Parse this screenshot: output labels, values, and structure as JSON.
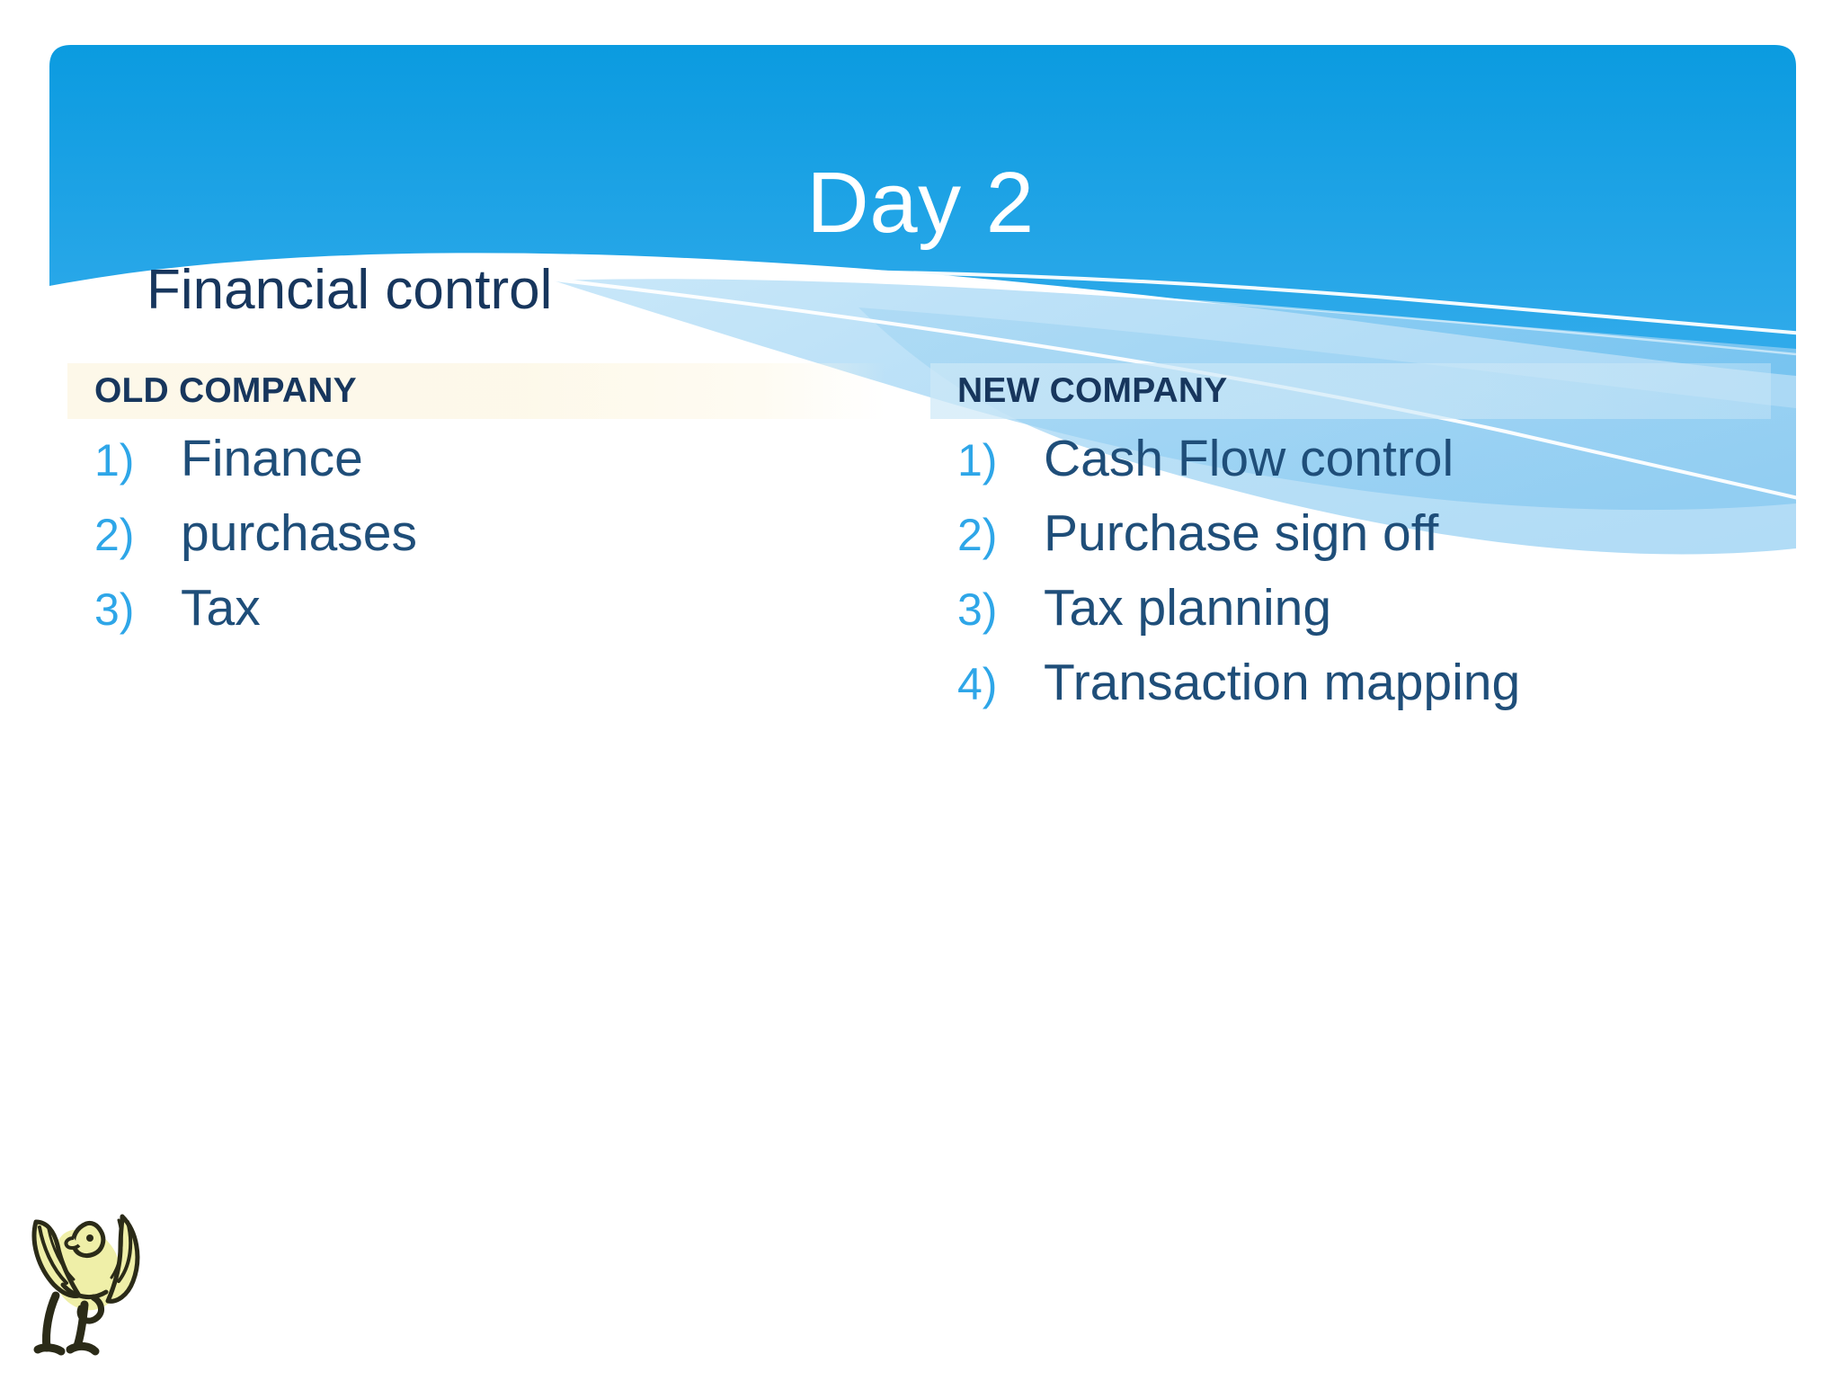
{
  "slide": {
    "title": "Day 2",
    "subtitle": "Financial control",
    "background_color": "#FFFFFF",
    "banner": {
      "gradient_top": "#0B9BE0",
      "gradient_bottom": "#47B5F0",
      "accent_wave": "#9FD6F5",
      "accent_line": "#FFFFFF"
    }
  },
  "columns": [
    {
      "id": "old-company",
      "header": "OLD COMPANY",
      "header_band_color": "#FDF8E8",
      "items": [
        {
          "number": "1)",
          "text": "Finance"
        },
        {
          "number": "2)",
          "text": "purchases"
        },
        {
          "number": "3)",
          "text": "Tax"
        }
      ]
    },
    {
      "id": "new-company",
      "header": "NEW COMPANY",
      "header_band_color": "#CDE8F7",
      "items": [
        {
          "number": "1)",
          "text": "Cash Flow control"
        },
        {
          "number": "2)",
          "text": "Purchase sign off"
        },
        {
          "number": "3)",
          "text": "Tax planning"
        },
        {
          "number": "4)",
          "text": "Transaction mapping"
        }
      ]
    }
  ],
  "footer": {
    "logo_name": "phoenix-bird-logo",
    "logo_fill": "#EFEFA8",
    "logo_stroke": "#2B2B18"
  },
  "text_colors": {
    "title": "#FFFFFF",
    "subtitle": "#17365D",
    "header": "#17365D",
    "number": "#2EA6E8",
    "item": "#1F4E79"
  }
}
